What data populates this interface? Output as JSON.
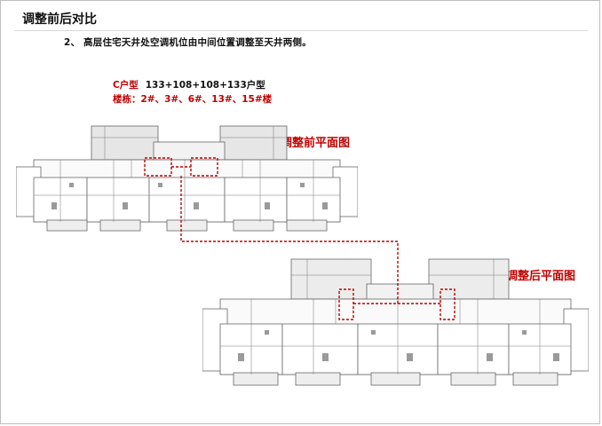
{
  "header": {
    "title": "调整前后对比",
    "subtitle": "2、 高层住宅天井处空调机位由中间位置调整至天井两侧。"
  },
  "unit_info": {
    "type_label": "C户型",
    "composition": "133+108+108+133户型",
    "buildings": "楼栋：2#、3#、6#、13#、15#楼"
  },
  "plans": {
    "before_label": "调整前平面图",
    "after_label": "调整后平面图"
  },
  "colors": {
    "accent_red": "#c00000",
    "plan_line": "#555555",
    "plan_fill": "#efefef"
  }
}
